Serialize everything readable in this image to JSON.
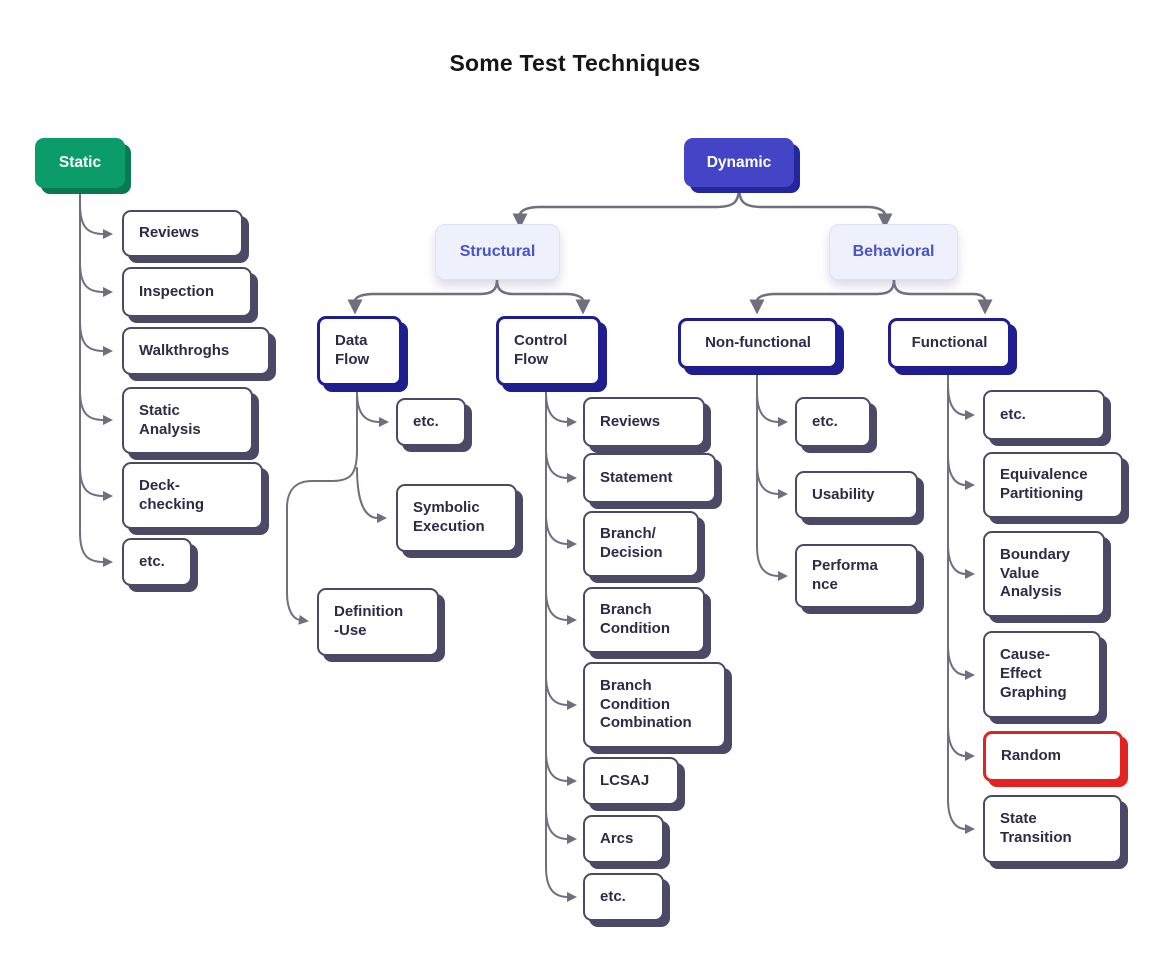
{
  "diagram": {
    "title": "Some Test Techniques",
    "static": {
      "label": "Static",
      "children": [
        "Reviews",
        "Inspection",
        "Walkthroghs",
        "Static\nAnalysis",
        "Deck-\nchecking",
        "etc."
      ]
    },
    "dynamic": {
      "label": "Dynamic",
      "structural": {
        "label": "Structural",
        "data_flow": {
          "label": "Data\nFlow",
          "children": [
            "etc.",
            "Symbolic\nExecution",
            "Definition\n-Use"
          ]
        },
        "control_flow": {
          "label": "Control\nFlow",
          "children": [
            "Reviews",
            "Statement",
            "Branch/\nDecision",
            "Branch\nCondition",
            "Branch\nCondition\nCombination",
            "LCSAJ",
            "Arcs",
            "etc."
          ]
        }
      },
      "behavioral": {
        "label": "Behavioral",
        "non_functional": {
          "label": "Non-functional",
          "children": [
            "etc.",
            "Usability",
            "Performa\nnce"
          ]
        },
        "functional": {
          "label": "Functional",
          "children": [
            "etc.",
            "Equivalence\nPartitioning",
            "Boundary\nValue\nAnalysis",
            "Cause-\nEffect\nGraphing",
            "Random",
            "State\nTransition"
          ]
        }
      }
    },
    "colors": {
      "static_green": "#0b9d69",
      "static_green_shadow": "#097a51",
      "dynamic_indigo": "#4345c6",
      "dynamic_indigo_shadow": "#23279b",
      "level2_fill": "#eef0fc",
      "level2_text": "#4a52cc",
      "level3_border": "#201d91",
      "leaf_border": "#4c4966",
      "text_dark": "#2d2b45",
      "highlight_red": "#e32222",
      "connector_gray": "#6f6f7d"
    }
  }
}
